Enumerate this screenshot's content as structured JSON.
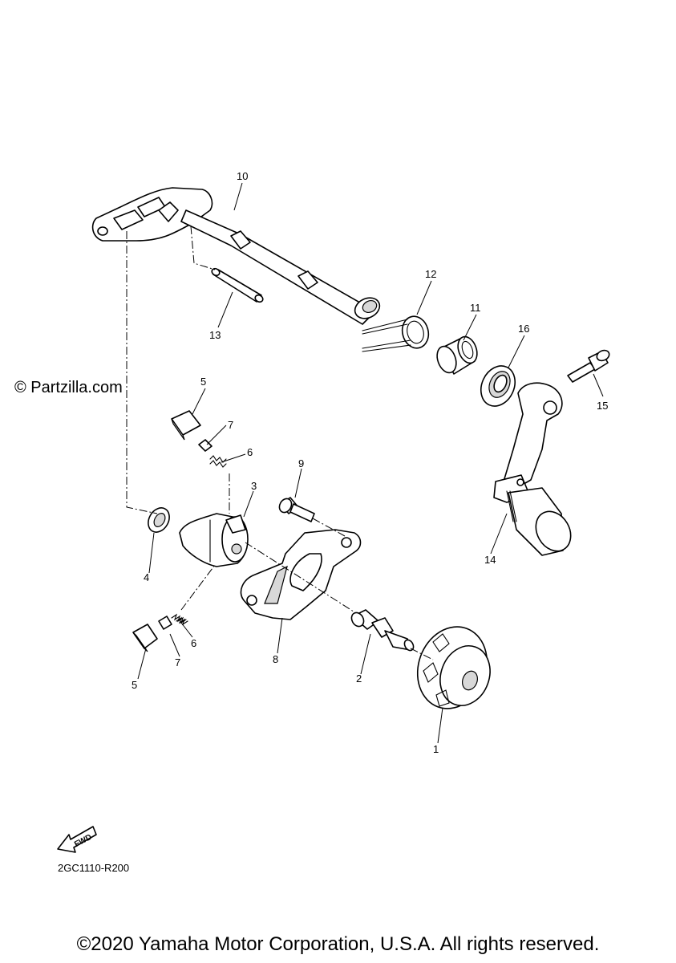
{
  "watermark": "© Partzilla.com",
  "fwd_label": "FWD",
  "diagram_code": "2GC1110-R200",
  "copyright": "©2020 Yamaha Motor Corporation, U.S.A. All rights reserved.",
  "callouts": {
    "c1": "1",
    "c2": "2",
    "c3": "3",
    "c4": "4",
    "c5a": "5",
    "c5b": "5",
    "c6a": "6",
    "c6b": "6",
    "c7a": "7",
    "c7b": "7",
    "c8": "8",
    "c9": "9",
    "c10": "10",
    "c11": "11",
    "c12": "12",
    "c13": "13",
    "c14": "14",
    "c15": "15",
    "c16": "16"
  }
}
